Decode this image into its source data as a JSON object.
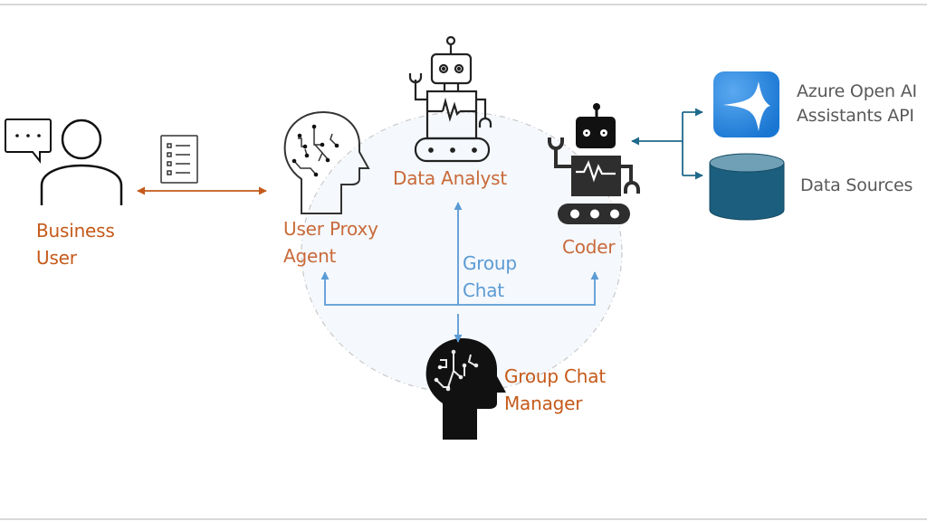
{
  "colors": {
    "agent_label": "#c96a3a",
    "business_arrow": "#c55a1a",
    "group_chat": "#5b9bd5",
    "connector": "#1f6a8c",
    "database": "#1b5e7e",
    "azure_icon": "#1e88e5",
    "circle_fill": "#f3f7fb",
    "circle_stroke": "#c8c8c8"
  },
  "nodes": {
    "business_user": {
      "line1": "Business",
      "line2": "User",
      "icon": "person-with-speech-bubble-icon"
    },
    "requirements_doc": {
      "icon": "checklist-document-icon"
    },
    "user_proxy": {
      "line1": "User Proxy",
      "line2": "Agent",
      "icon": "ai-head-outline-icon"
    },
    "data_analyst": {
      "label": "Data Analyst",
      "icon": "robot-outline-icon"
    },
    "coder": {
      "label": "Coder",
      "icon": "robot-filled-icon"
    },
    "group_chat": {
      "line1": "Group",
      "line2": "Chat"
    },
    "group_chat_manager": {
      "line1": "Group Chat",
      "line2": "Manager",
      "icon": "ai-head-filled-icon"
    },
    "azure_openai": {
      "line1": "Azure Open AI",
      "line2": "Assistants API",
      "icon": "azure-sparkle-icon"
    },
    "data_sources": {
      "label": "Data Sources",
      "icon": "database-cylinder-icon"
    }
  }
}
